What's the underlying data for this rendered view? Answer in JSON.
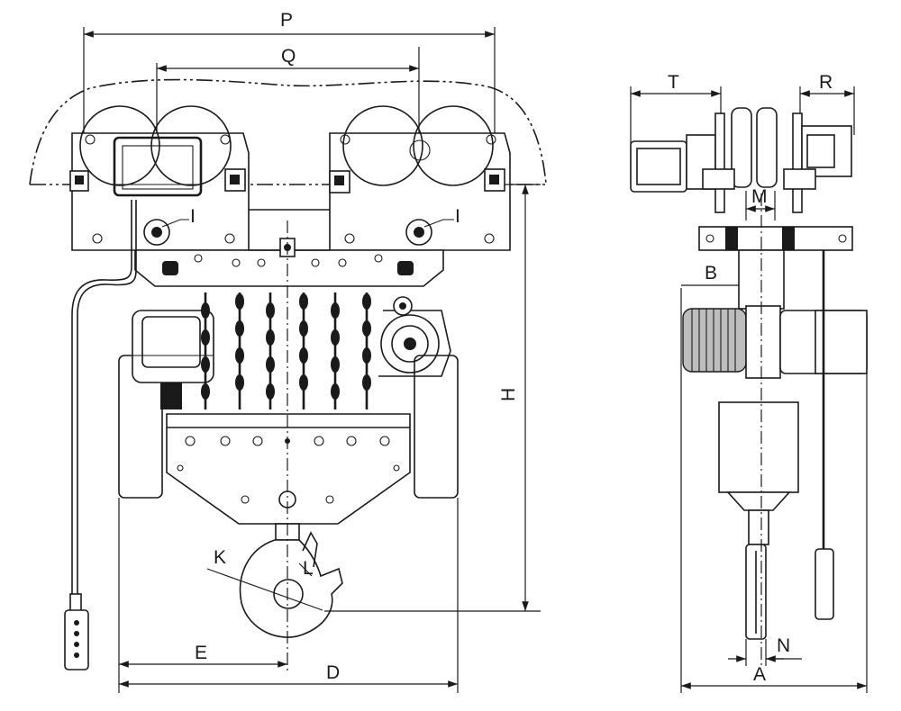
{
  "diagram": {
    "front_view_labels": {
      "P": "P",
      "Q": "Q",
      "I_left": "I",
      "I_right": "I",
      "H": "H",
      "K": "K",
      "L": "L",
      "E": "E",
      "D": "D"
    },
    "side_view_labels": {
      "T": "T",
      "R": "R",
      "M": "M",
      "B": "B",
      "N": "N",
      "A": "A"
    }
  }
}
